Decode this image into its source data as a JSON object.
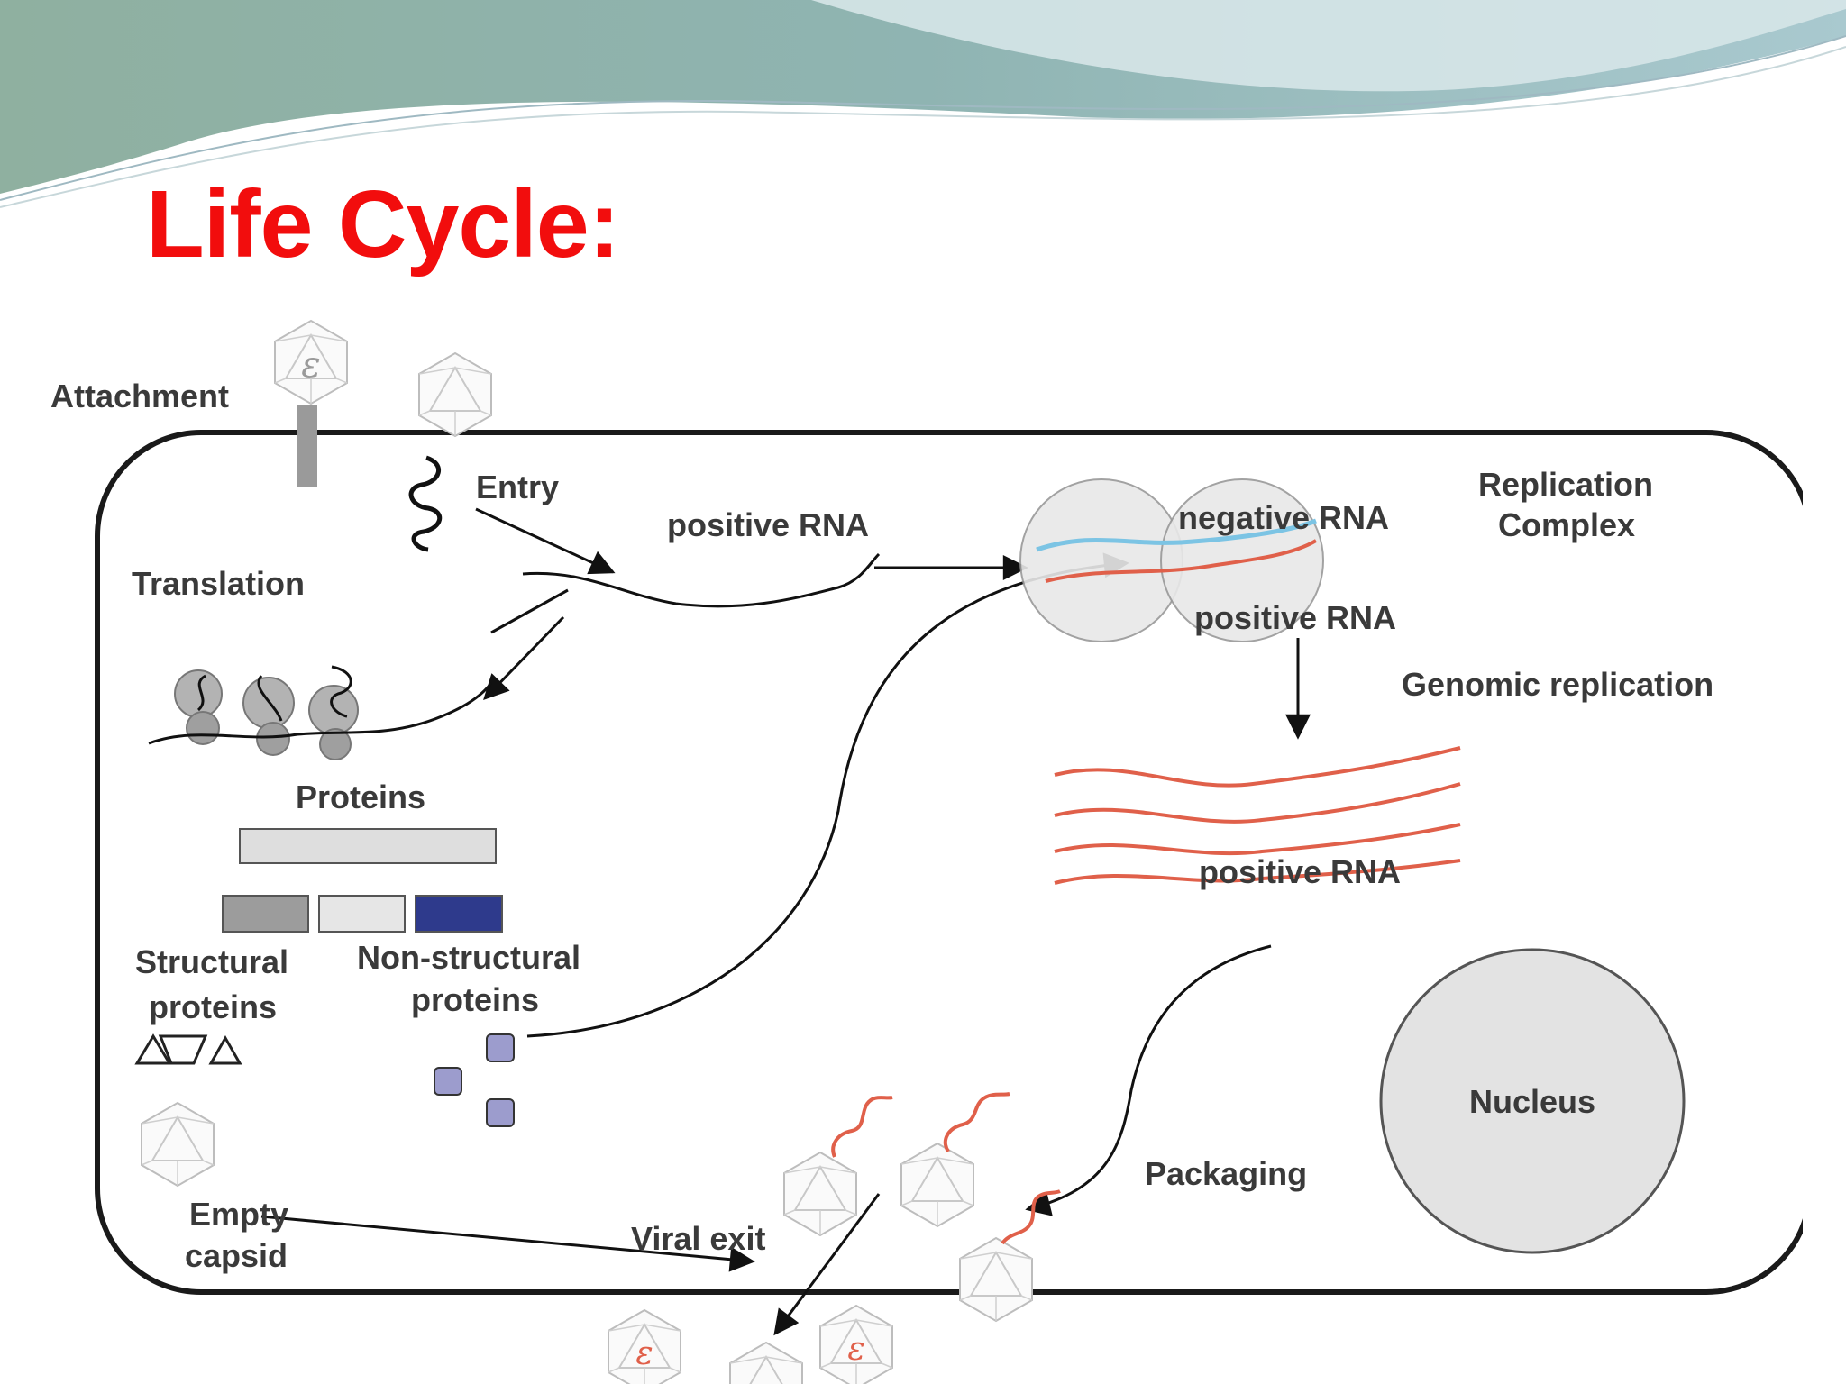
{
  "slide": {
    "title": "Life Cycle:",
    "accent_color": "#f20d0d",
    "header_color": "#8fb7b9"
  },
  "diagram": {
    "labels": {
      "attachment": "Attachment",
      "entry": "Entry",
      "positive_rna_top": "positive  RNA",
      "translation": "Translation",
      "proteins": "Proteins",
      "structural_1": "Structural",
      "structural_2": "proteins",
      "nonstructural_1": "Non-structural",
      "nonstructural_2": "proteins",
      "empty_1": "Empty",
      "empty_2": "capsid",
      "viral_exit": "Viral exit",
      "negative_rna": "negative RNA",
      "positive_rna_complex": "positive  RNA",
      "replication_1": "Replication",
      "replication_2": "Complex",
      "genomic_replication": "Genomic replication",
      "positive_rna_mid": "positive RNA",
      "packaging": "Packaging",
      "nucleus": "Nucleus",
      "capsid_glyph": "ε"
    },
    "colors": {
      "rna_positive": "#e0604a",
      "rna_negative": "#7cc4e4",
      "nonstructural": "#2e3a8c",
      "structural": "#999999",
      "nucleus": "#e3e3e3"
    }
  }
}
